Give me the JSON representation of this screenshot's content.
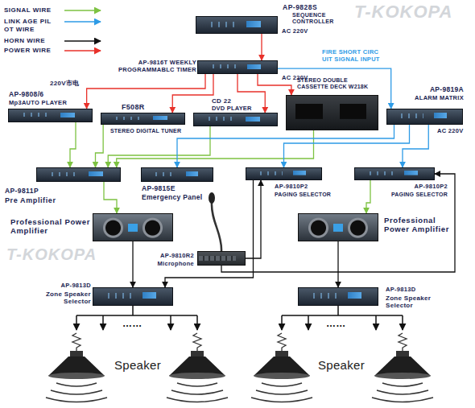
{
  "diagram": {
    "nodes": [
      {
        "text": [
          "AP-9828S",
          "SEQUENCE CONTROLLER"
        ]
      },
      {
        "text": [
          "AP-9816T WEEKLY PROGRAMMABLC TIMER"
        ]
      },
      {
        "text": [
          "AP-9808/6",
          "Mp3AUTO PLAYER"
        ]
      },
      {
        "text": [
          "F508R",
          "STEREO DIGITAL TUNER"
        ]
      },
      {
        "text": [
          "CD 22",
          "DVD PLAYER"
        ]
      },
      {
        "text": [
          "STEREO DOUBLE CASSETTE DECK W218K"
        ]
      },
      {
        "text": [
          "AP-9819A",
          "ALARM MATRIX"
        ]
      },
      {
        "text": [
          "AP-9811P",
          "Pre Amplifier"
        ]
      },
      {
        "text": [
          "AP-9815E",
          "Emergency Panel"
        ]
      },
      {
        "text": [
          "AP-9810P2",
          "PAGING SELECTOR"
        ]
      },
      {
        "text": [
          "AP-9810P2",
          "PAGING SELECTOR"
        ]
      },
      {
        "text": [
          "Professional Power Amplifier"
        ]
      },
      {
        "text": [
          "AP-9810R2",
          "Microphone"
        ]
      },
      {
        "text": [
          "Professional Power Amplifier"
        ]
      },
      {
        "text": [
          "AP-9813D",
          "Zone Speaker Selector"
        ]
      },
      {
        "text": [
          "AP-9813D",
          "Zone Speaker Selector"
        ]
      }
    ],
    "edges": [
      {
        "from": 0,
        "to": 1,
        "arrow": "to"
      },
      {
        "from": 1,
        "to": 2,
        "arrow": "to"
      },
      {
        "from": 1,
        "to": 3,
        "arrow": "to"
      },
      {
        "from": 1,
        "to": 4,
        "arrow": "to"
      },
      {
        "from": 1,
        "to": 5,
        "arrow": "to"
      },
      {
        "from": 1,
        "to": 6,
        "arrow": "to"
      },
      {
        "from": 2,
        "to": 7,
        "arrow": "to"
      },
      {
        "from": 3,
        "to": 7,
        "arrow": "to"
      },
      {
        "from": 4,
        "to": 7,
        "arrow": "to"
      },
      {
        "from": 5,
        "to": 7,
        "arrow": "to"
      },
      {
        "from": 6,
        "to": 8,
        "arrow": "to"
      },
      {
        "from": 6,
        "to": 9,
        "arrow": "to"
      },
      {
        "from": 6,
        "to": 10,
        "arrow": "to"
      },
      {
        "from": 7,
        "to": 11,
        "arrow": "to"
      },
      {
        "from": 10,
        "to": 13,
        "arrow": "to"
      },
      {
        "from": 11,
        "to": 14,
        "arrow": "to"
      },
      {
        "from": 13,
        "to": 15,
        "arrow": "to"
      },
      {
        "from": 12,
        "to": 9,
        "arrow": "to"
      },
      {
        "from": 9,
        "to": 14,
        "arrow": "to"
      },
      {
        "from": 12,
        "to": 10,
        "arrow": "to"
      }
    ],
    "labels": [
      "AC 220V",
      "AC 220V",
      "220V市电",
      "FIRE SHORT CIRC UIT SIGNAL INPUT",
      "AC 220V",
      "……",
      "……",
      "Speaker",
      "Speaker",
      "T-KOKOPA",
      "T-KOKOPA"
    ],
    "legend": [
      {
        "text": "SIGNAL WIRE"
      },
      {
        "text": "LINK AGE PIL OT WIRE"
      },
      {
        "text": "HORN WIRE"
      },
      {
        "text": "POWER WIRE"
      }
    ]
  }
}
